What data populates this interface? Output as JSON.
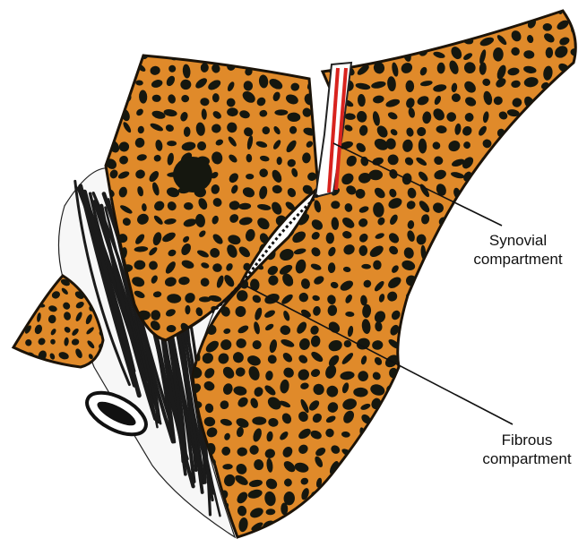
{
  "diagram": {
    "labels": [
      {
        "id": "synovial",
        "line1": "Synovial",
        "line2": "compartment"
      },
      {
        "id": "fibrous",
        "line1": "Fibrous",
        "line2": "compartment"
      }
    ],
    "colors": {
      "bone": "#e08a2a",
      "bone_outline": "#1c1308",
      "cell": "#15170f",
      "ligament": "#1b1b1b",
      "joint_space": "#d8231e",
      "background": "#ffffff"
    }
  }
}
